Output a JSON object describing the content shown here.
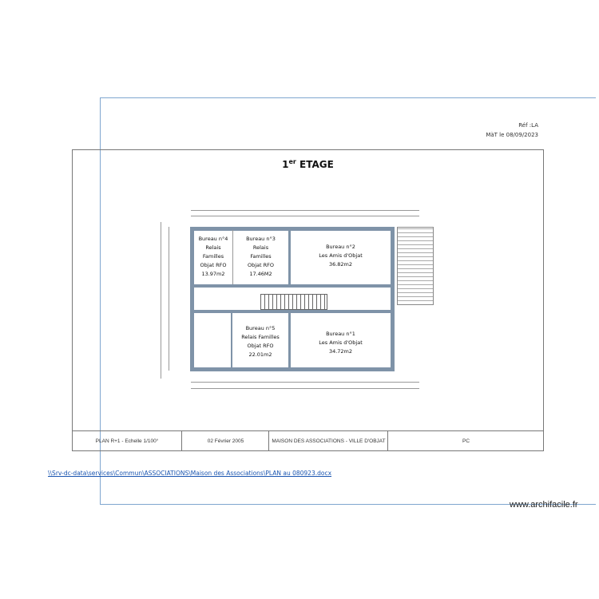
{
  "header": {
    "ref": "Réf :LA",
    "mat": "MàT le 08/09/2023"
  },
  "plan": {
    "title": "1",
    "title_sup": "er",
    "title_rest": " ETAGE",
    "rooms": [
      {
        "lines": [
          "Bureau n°4",
          "Relais",
          "Familles",
          "Objat RFO",
          "13.97m2"
        ]
      },
      {
        "lines": [
          "Bureau n°3",
          "Relais",
          "Familles",
          "Objat RFO",
          "17.46M2"
        ]
      },
      {
        "lines": [
          "Bureau n°2",
          "Les Amis d'Objat",
          "36.82m2"
        ]
      },
      {
        "lines": [
          "Bureau n°5",
          "Relais Familles",
          "Objat RFO",
          "22.01m2"
        ]
      },
      {
        "lines": [
          "Bureau n°1",
          "Les Amis d'Objat",
          "34.72m2"
        ]
      }
    ]
  },
  "title_block": {
    "plan": "PLAN R+1 - Echelle 1/100°",
    "date": "02 Février 2005",
    "project": "MAISON DES ASSOCIATIONS - VILLE D'OBJAT",
    "code": "PC"
  },
  "footer": {
    "path": "\\\\Srv-dc-data\\services\\Commun\\ASSOCIATIONS\\Maison des Associations\\PLAN au 080923.docx",
    "watermark": "www.archifacile.fr"
  }
}
